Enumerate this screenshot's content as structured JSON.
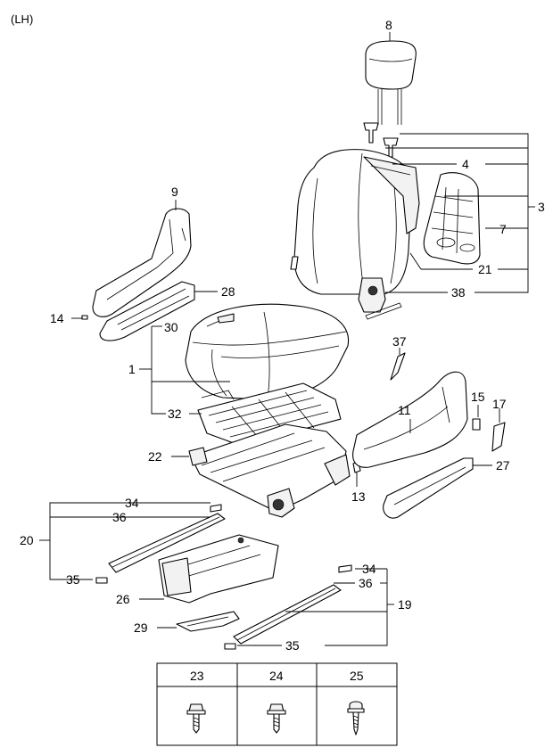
{
  "side_label": "(LH)",
  "callouts": {
    "c8": "8",
    "c4": "4",
    "c3": "3",
    "c7": "7",
    "c21": "21",
    "c38": "38",
    "c9": "9",
    "c28": "28",
    "c14": "14",
    "c30": "30",
    "c1": "1",
    "c32": "32",
    "c37": "37",
    "c11": "11",
    "c15": "15",
    "c17": "17",
    "c27": "27",
    "c22": "22",
    "c13": "13",
    "c34a": "34",
    "c36a": "36",
    "c20": "20",
    "c35a": "35",
    "c26": "26",
    "c29": "29",
    "c34b": "34",
    "c36b": "36",
    "c19": "19",
    "c35b": "35"
  },
  "fastener_table": {
    "headers": [
      "23",
      "24",
      "25"
    ],
    "icons": [
      "hex-flange-bolt-icon",
      "hex-flange-bolt-icon",
      "tapping-screw-icon"
    ]
  }
}
